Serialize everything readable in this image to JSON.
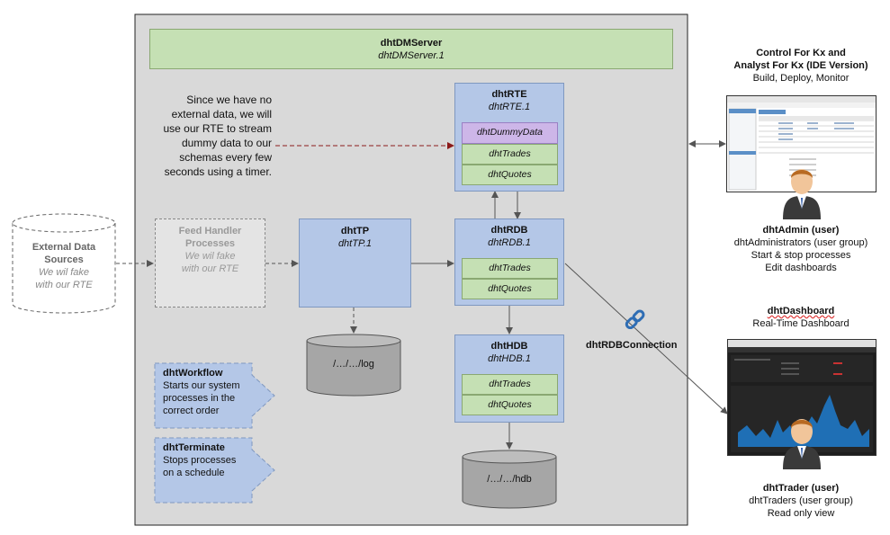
{
  "server": {
    "title": "dhtDMServer",
    "subtitle": "dhtDMServer.1"
  },
  "note": {
    "lines": [
      "Since we have no",
      "external data, we will",
      "use our RTE to stream",
      "dummy data to our",
      "schemas every few",
      "seconds using a timer."
    ]
  },
  "external": {
    "lines": [
      "External Data",
      "Sources"
    ],
    "fake": [
      "We wil fake",
      "with our RTE"
    ]
  },
  "feed": {
    "lines": [
      "Feed Handler",
      "Processes"
    ],
    "fake": [
      "We wil fake",
      "with our RTE"
    ]
  },
  "rte": {
    "title": "dhtRTE",
    "subtitle": "dhtRTE.1",
    "items": [
      "dhtDummyData",
      "dhtTrades",
      "dhtQuotes"
    ]
  },
  "tp": {
    "title": "dhtTP",
    "subtitle": "dhtTP.1"
  },
  "rdb": {
    "title": "dhtRDB",
    "subtitle": "dhtRDB.1",
    "items": [
      "dhtTrades",
      "dhtQuotes"
    ]
  },
  "hdb": {
    "title": "dhtHDB",
    "subtitle": "dhtHDB.1",
    "items": [
      "dhtTrades",
      "dhtQuotes"
    ]
  },
  "log_db": {
    "label": "/…/…/log"
  },
  "hdb_db": {
    "label": "/…/…/hdb"
  },
  "workflow": {
    "title": "dhtWorkflow",
    "lines": [
      "Starts our system",
      "processes in the",
      "correct order"
    ]
  },
  "terminate": {
    "title": "dhtTerminate",
    "lines": [
      "Stops processes",
      "on a schedule"
    ]
  },
  "connection": {
    "label": "dhtRDBConnection"
  },
  "control": {
    "title_lines": [
      "Control For Kx and",
      "Analyst For Kx (IDE Version)"
    ],
    "subtitle": "Build, Deploy, Monitor"
  },
  "admin": {
    "name": "dhtAdmin (user)",
    "lines": [
      "dhtAdministrators (user group)",
      "Start & stop processes",
      "Edit dashboards"
    ]
  },
  "dashboard": {
    "title": "dhtDashboard",
    "subtitle": "Real-Time Dashboard"
  },
  "trader": {
    "name": "dhtTrader (user)",
    "lines": [
      "dhtTraders (user group)",
      "Read only view"
    ]
  },
  "colors": {
    "server": "#c5e0b4",
    "process": "#b4c7e7",
    "table": "#c5e0b4",
    "dummy": "#cdb6e8",
    "panel": "#d9d9d9",
    "cylinder": "#a6a6a6",
    "dashed_arrow": "#8b1a1a"
  }
}
